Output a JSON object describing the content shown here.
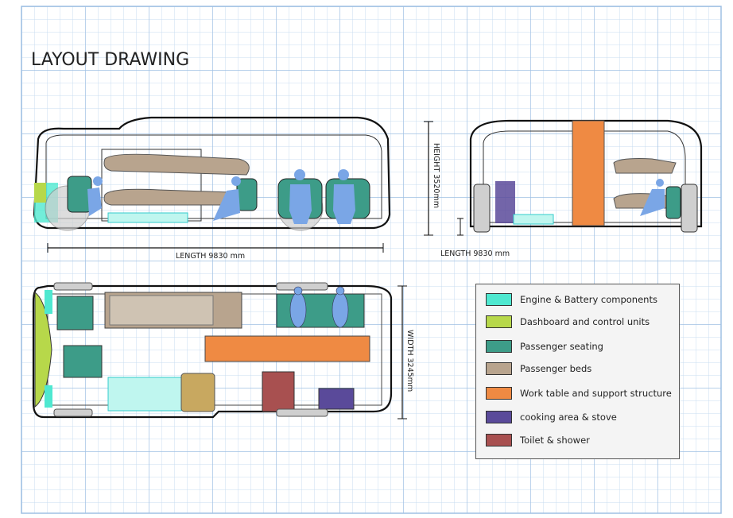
{
  "title": "LAYOUT DRAWING",
  "dimensions": {
    "side_length": "LENGTH  9830 mm",
    "height": "HEIGHT 3520mm",
    "front_length": "LENGTH  9830 mm",
    "width": "WIDTH  3245mm"
  },
  "colors": {
    "engine": "#4fe8d0",
    "dashboard": "#b7d84a",
    "seating": "#3d9c88",
    "beds": "#b8a48e",
    "table": "#ef8a43",
    "cooking": "#5a4a9a",
    "toilet": "#a85050",
    "person": "#7aa6e6",
    "wheel": "#cfcfcf"
  },
  "legend": [
    {
      "label": "Engine & Battery components",
      "color": "#4fe8d0"
    },
    {
      "label": "Dashboard and control units",
      "color": "#b7d84a"
    },
    {
      "label": "Passenger seating",
      "color": "#3d9c88"
    },
    {
      "label": "Passenger beds",
      "color": "#b8a48e"
    },
    {
      "label": "Work table and support structure",
      "color": "#ef8a43"
    },
    {
      "label": "cooking area & stove",
      "color": "#5a4a9a"
    },
    {
      "label": "Toilet & shower",
      "color": "#a85050"
    }
  ]
}
